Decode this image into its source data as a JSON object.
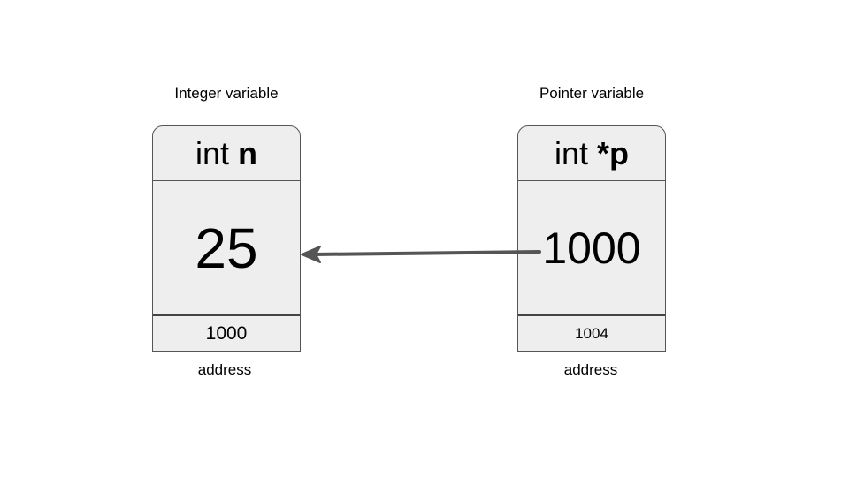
{
  "integer_variable": {
    "caption": "Integer variable",
    "type_keyword": "int ",
    "name": "n",
    "value": "25",
    "address": "1000",
    "address_label": "address"
  },
  "pointer_variable": {
    "caption": "Pointer variable",
    "type_keyword": "int ",
    "name": "*p",
    "value": "1000",
    "address": "1004",
    "address_label": "address"
  },
  "colors": {
    "box_fill": "#eeeeee",
    "box_border": "#555555",
    "arrow": "#555555"
  }
}
